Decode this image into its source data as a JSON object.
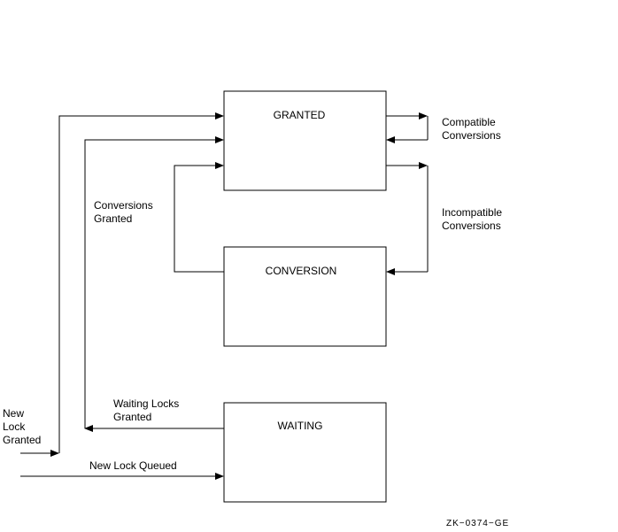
{
  "nodes": {
    "granted": {
      "label": "GRANTED"
    },
    "conversion": {
      "label": "CONVERSION"
    },
    "waiting": {
      "label": "WAITING"
    }
  },
  "edge_labels": {
    "compatible": [
      "Compatible",
      "Conversions"
    ],
    "incompatible": [
      "Incompatible",
      "Conversions"
    ],
    "conversions_granted": [
      "Conversions",
      "Granted"
    ],
    "waiting_granted": [
      "Waiting Locks",
      "Granted"
    ],
    "new_lock_granted": [
      "New",
      "Lock",
      "Granted"
    ],
    "new_lock_queued": [
      "New Lock Queued"
    ]
  },
  "figure_id": "ZK−0374−GE"
}
